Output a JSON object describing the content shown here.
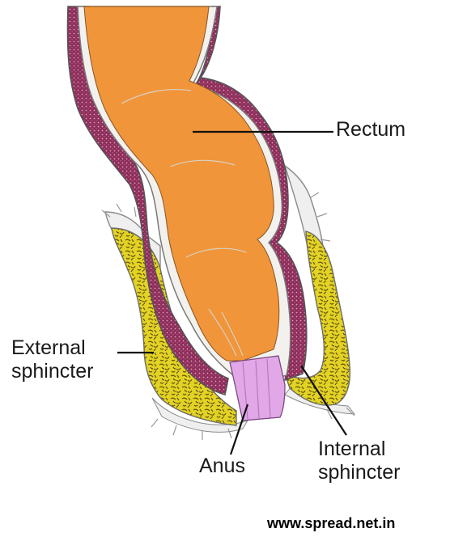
{
  "labels": {
    "rectum": "Rectum",
    "external_line1": "External",
    "external_line2": "sphincter",
    "anus": "Anus",
    "internal_line1": "Internal",
    "internal_line2": "sphincter"
  },
  "watermark": "www.spread.net.in",
  "colors": {
    "lumen": "#F0953A",
    "wall": "#8E2D5A",
    "wall_dots": "#D7A2BC",
    "lining": "#F3F1EE",
    "outline": "#6C6C6C",
    "fat": "#E2D324",
    "fat_dark": "#6E5A12",
    "canal": "#E1A7E7",
    "fibers": "#8A8A8A"
  }
}
